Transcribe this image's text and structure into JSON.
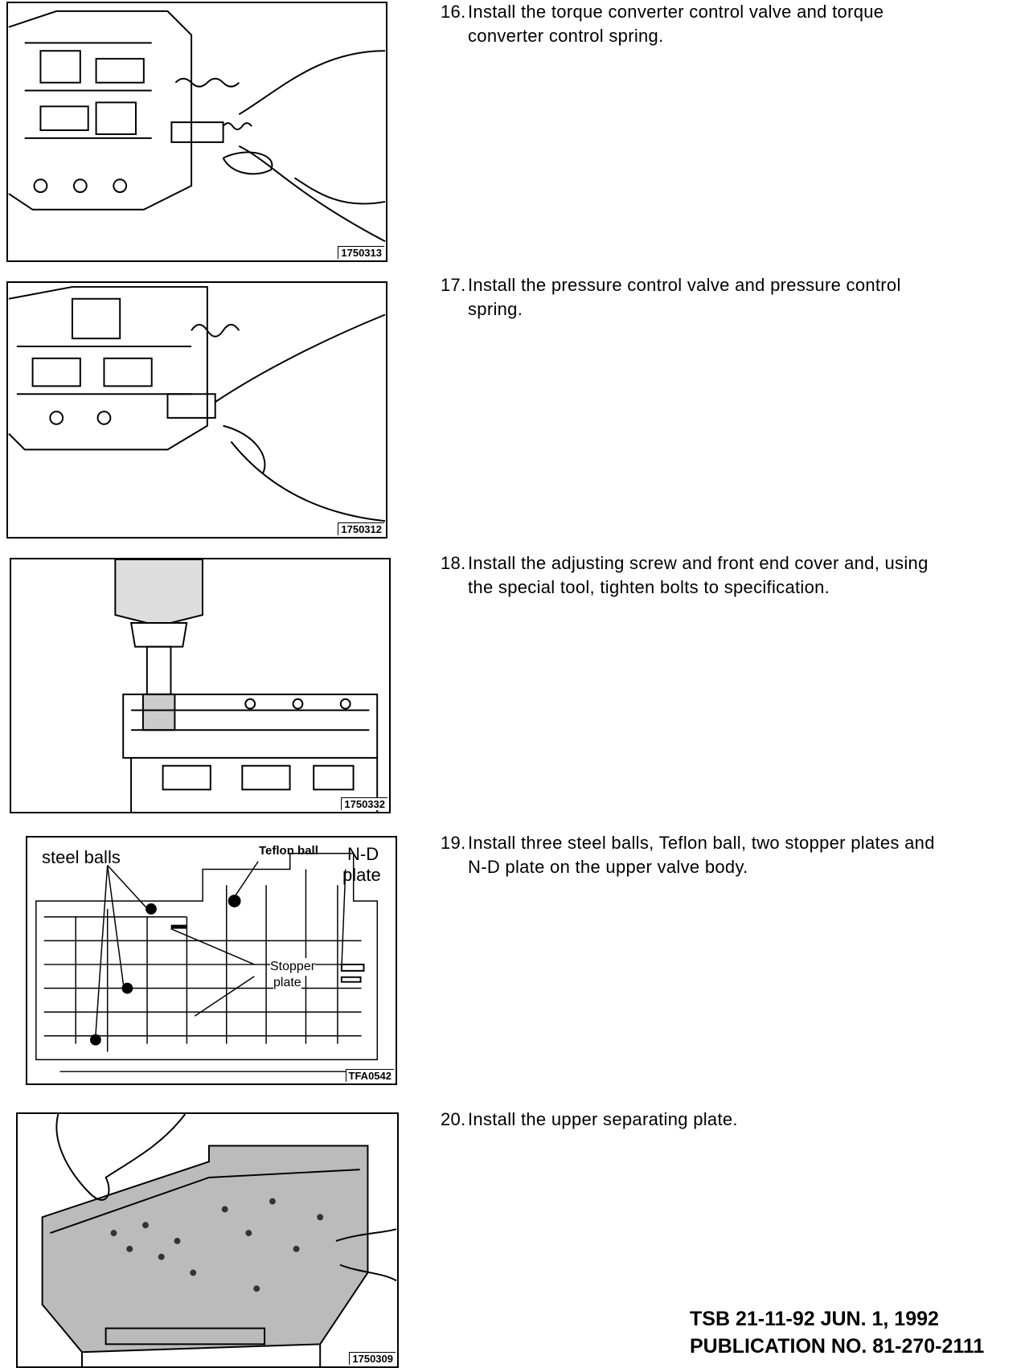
{
  "steps": [
    {
      "num": "16.",
      "line1": "Install the torque converter control valve and torque",
      "line2": "converter control spring."
    },
    {
      "num": "17.",
      "line1": "Install the pressure control valve and pressure control",
      "line2": "spring."
    },
    {
      "num": "18.",
      "line1": "Install the adjusting screw and front end cover and, using",
      "line2": "the special tool, tighten bolts to specification."
    },
    {
      "num": "19.",
      "line1": "Install three steel balls, Teflon ball, two stopper plates and",
      "line2": "N-D plate on the upper valve body."
    },
    {
      "num": "20.",
      "line1": "Install the upper separating plate.",
      "line2": ""
    }
  ],
  "figures": [
    {
      "id": "1750313"
    },
    {
      "id": "1750312"
    },
    {
      "id": "1750332"
    },
    {
      "id": "TFA0542",
      "labels": {
        "steel_balls": "steel balls",
        "teflon_ball": "Teflon ball",
        "nd_plate_1": "N-D",
        "nd_plate_2": "plate",
        "stopper_1": "Stopper",
        "stopper_2": "plate"
      }
    },
    {
      "id": "1750309"
    }
  ],
  "footer": {
    "line1": "TSB 21-11-92  JUN. 1, 1992",
    "line2": "PUBLICATION NO. 81-270-2111"
  }
}
